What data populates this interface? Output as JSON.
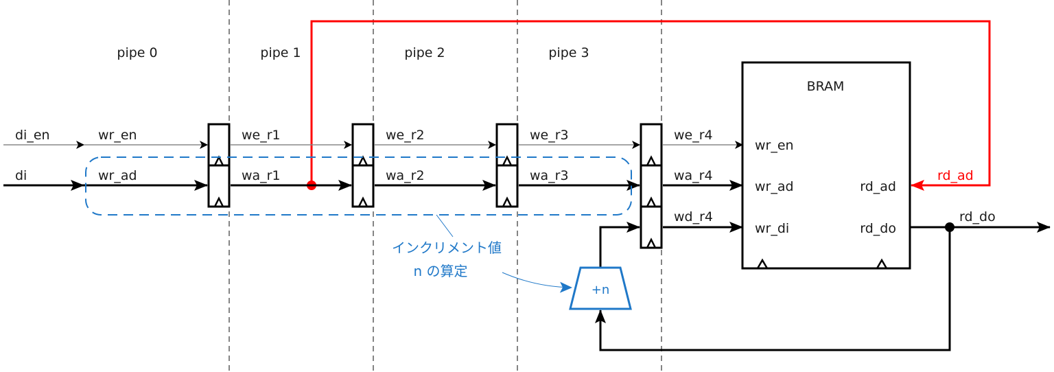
{
  "stages": [
    "pipe 0",
    "pipe 1",
    "pipe 2",
    "pipe 3"
  ],
  "inputs": {
    "enable": "di_en",
    "data": "di"
  },
  "signals": {
    "stage0": {
      "en": "wr_en",
      "ad": "wr_ad"
    },
    "stage1": {
      "en": "we_r1",
      "ad": "wa_r1"
    },
    "stage2": {
      "en": "we_r2",
      "ad": "wa_r2"
    },
    "stage3": {
      "en": "we_r3",
      "ad": "wa_r3"
    },
    "stage4": {
      "en": "we_r4",
      "ad": "wa_r4",
      "di": "wd_r4"
    }
  },
  "bram": {
    "title": "BRAM",
    "ports_in": [
      "wr_en",
      "wr_ad",
      "wr_di"
    ],
    "ports_out": [
      "rd_ad",
      "rd_do"
    ]
  },
  "feedback": {
    "rd_ad": "rd_ad",
    "rd_do": "rd_do"
  },
  "adder": {
    "label": "+n"
  },
  "annotation": {
    "line1": "インクリメント値",
    "line2": "n の算定"
  },
  "colors": {
    "read_path": "#ff0000",
    "annotation": "#1f78c8"
  }
}
